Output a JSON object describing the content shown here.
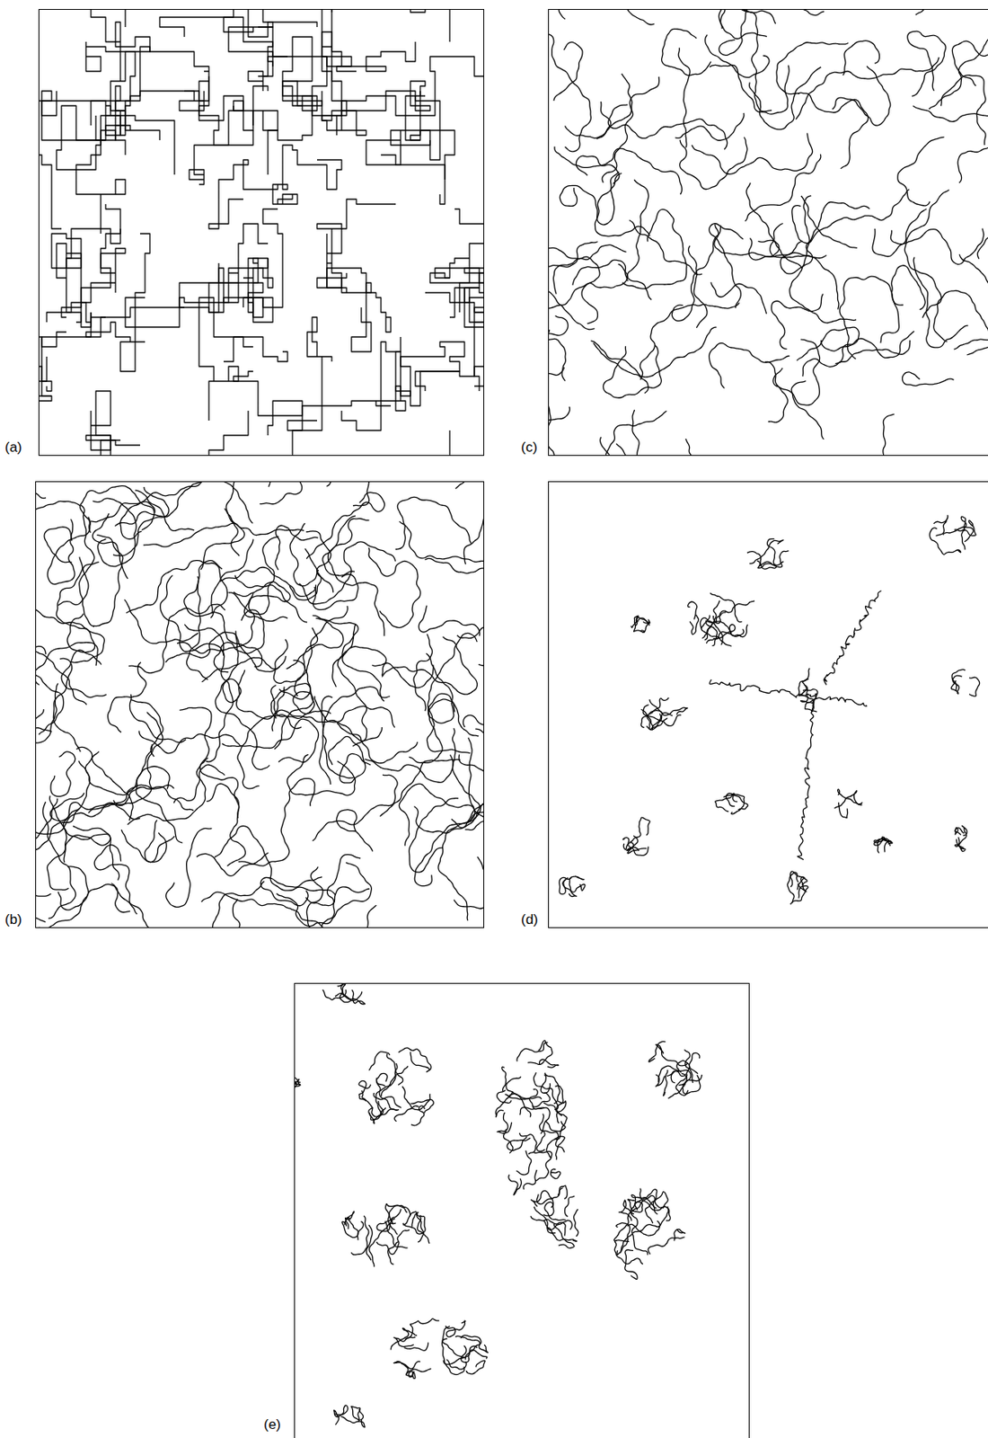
{
  "diagram": {
    "labels": [
      "(a)",
      "(c)",
      "(b)",
      "(d)",
      "(e)"
    ]
  }
}
